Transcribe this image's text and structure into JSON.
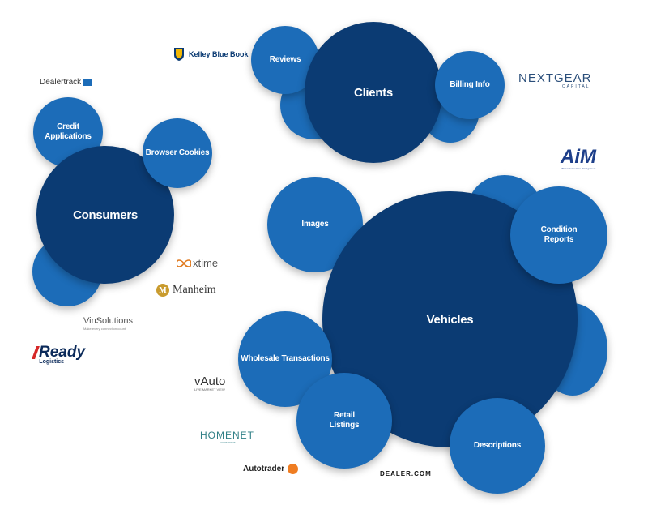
{
  "hubs": {
    "clients": "Clients",
    "consumers": "Consumers",
    "vehicles": "Vehicles"
  },
  "satellites": {
    "reviews": "Reviews",
    "billing": "Billing Info",
    "credit": "Credit Applications",
    "cookies": "Browser Cookies",
    "images": "Images",
    "condition": "Condition Reports",
    "wholesale": "Wholesale Transactions",
    "retail": "Retail Listings",
    "descriptions": "Descriptions"
  },
  "logos": {
    "kbb": "Kelley Blue Book",
    "dealertrack": "Dealertrack",
    "nextgear": "NEXTGEAR",
    "nextgear_sub": "CAPITAL",
    "aim": "AiM",
    "aim_sub": "Alliance Inspection Management",
    "xtime": "xtime",
    "manheim": "Manheim",
    "vinsolutions": "VinSolutions",
    "vinsolutions_sub": "Make every connection count",
    "ready": "Ready",
    "ready_sub": "Logistics",
    "vauto": "vAuto",
    "vauto_sub": "LIVE MARKET VIEW",
    "homenet": "HOMENET",
    "homenet_sub": "AUTOMOTIVE",
    "autotrader": "Autotrader",
    "dealercom": "DEALER.COM"
  },
  "colors": {
    "hub": "#0b3b73",
    "satellite": "#1c6cb8"
  }
}
